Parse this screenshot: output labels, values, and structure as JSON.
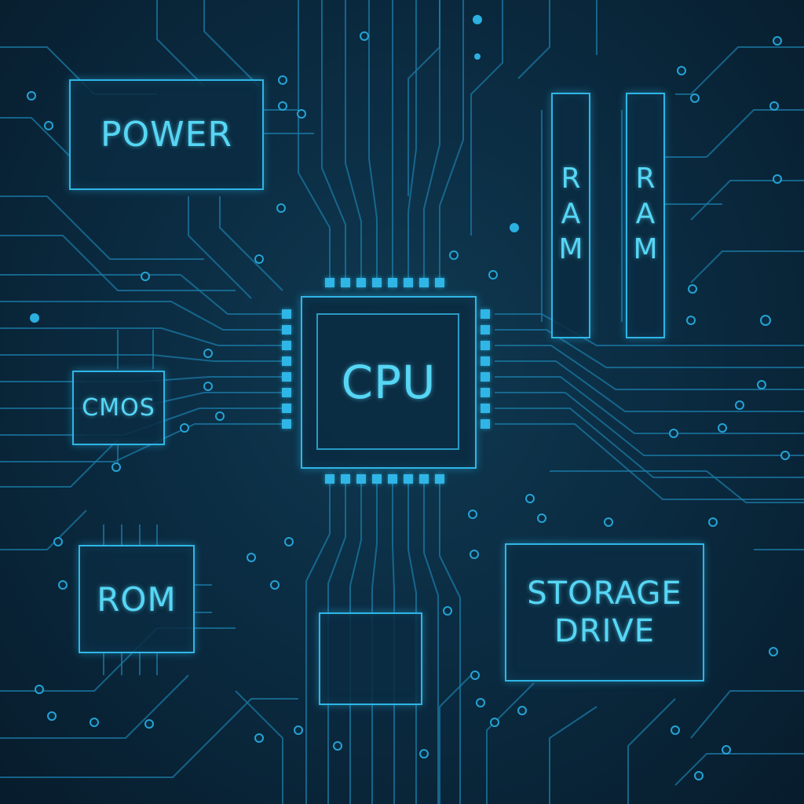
{
  "components": {
    "power": "POWER",
    "cpu": "CPU",
    "ram_1": "RAM",
    "ram_2": "RAM",
    "cmos": "CMOS",
    "rom": "ROM",
    "storage_line_1": "STORAGE",
    "storage_line_2": "DRIVE"
  },
  "colors": {
    "background": "#0b2c42",
    "trace": "#1b7aa6",
    "component_border": "#2fb6e6",
    "label": "#56d6f5"
  }
}
